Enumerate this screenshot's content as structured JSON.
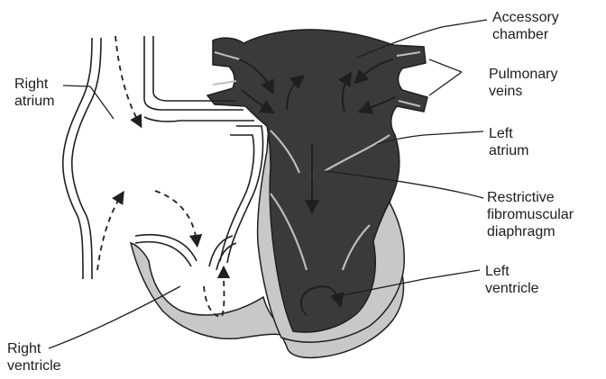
{
  "labels": {
    "accessory_chamber": [
      "Accessory",
      "chamber"
    ],
    "pulmonary_veins": [
      "Pulmonary",
      "veins"
    ],
    "left_atrium": [
      "Left",
      "atrium"
    ],
    "restrictive_diaphragm": [
      "Restrictive",
      "fibromuscular",
      "diaphragm"
    ],
    "left_ventricle": [
      "Left",
      "ventricle"
    ],
    "right_atrium": [
      "Right",
      "atrium"
    ],
    "right_ventricle": [
      "Right",
      "ventricle"
    ]
  },
  "colors": {
    "left_heart_fill": "#3a3a3a",
    "wall_fill": "#c8c8c8",
    "outline": "#1f1f1f",
    "background": "#ffffff"
  }
}
